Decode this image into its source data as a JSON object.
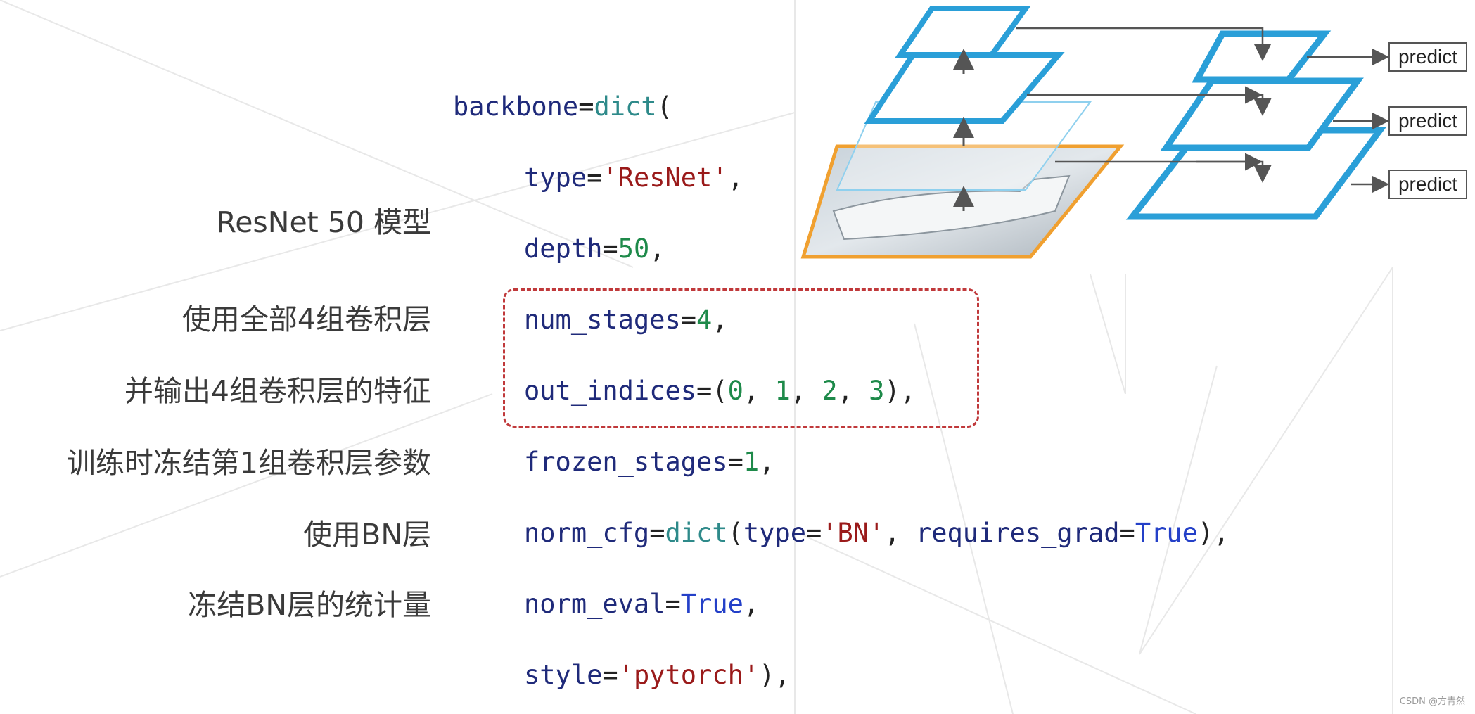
{
  "labels": {
    "model": "ResNet 50 模型",
    "stages": "使用全部4组卷积层",
    "out": "并输出4组卷积层的特征",
    "frozen": "训练时冻结第1组卷积层参数",
    "norm": "使用BN层",
    "eval": "冻结BN层的统计量"
  },
  "code": {
    "l1": {
      "a": "backbone",
      "b": "=",
      "c": "dict",
      "d": "("
    },
    "l2": {
      "a": "type",
      "b": "=",
      "c": "'ResNet'",
      "d": ","
    },
    "l3": {
      "a": "depth",
      "b": "=",
      "c": "50",
      "d": ","
    },
    "l4": {
      "a": "num_stages",
      "b": "=",
      "c": "4",
      "d": ","
    },
    "l5": {
      "a": "out_indices",
      "b": "=(",
      "c1": "0",
      "s1": ", ",
      "c2": "1",
      "s2": ", ",
      "c3": "2",
      "s3": ", ",
      "c4": "3",
      "d": "),"
    },
    "l6": {
      "a": "frozen_stages",
      "b": "=",
      "c": "1",
      "d": ","
    },
    "l7": {
      "a": "norm_cfg",
      "b": "=",
      "c": "dict",
      "d": "(",
      "e": "type",
      "f": "=",
      "g": "'BN'",
      "h": ", ",
      "i": "requires_grad",
      "j": "=",
      "k": "True",
      "l": "),"
    },
    "l8": {
      "a": "norm_eval",
      "b": "=",
      "c": "True",
      "d": ","
    },
    "l9": {
      "a": "style",
      "b": "=",
      "c": "'pytorch'",
      "d": "),"
    }
  },
  "diagram": {
    "predict_labels": [
      "predict",
      "predict",
      "predict"
    ],
    "colors": {
      "pyramid": "#2a9fd8",
      "image_border": "#f0a030",
      "arrow": "#555555"
    }
  },
  "watermark": "CSDN @方青然"
}
